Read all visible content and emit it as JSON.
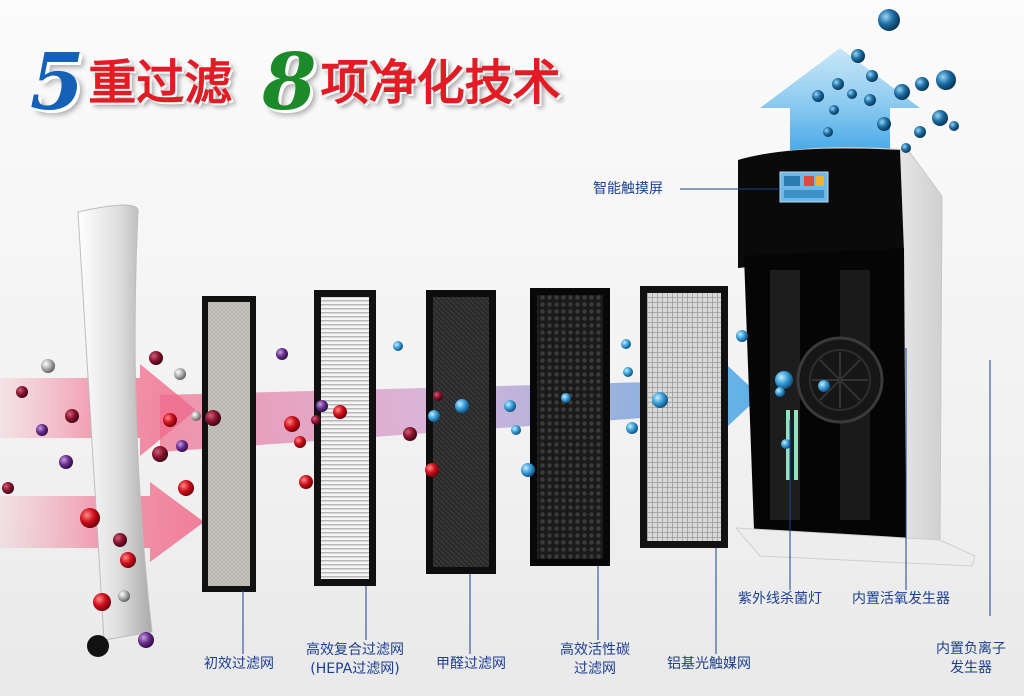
{
  "headline": {
    "digit1": "5",
    "text1": "重过滤",
    "digit2": "8",
    "text2": "项净化技术"
  },
  "labels": {
    "touchscreen": "智能触摸屏",
    "primary_filter": "初效过滤网",
    "hepa_line1": "高效复合过滤网",
    "hepa_line2": "(HEPA过滤网)",
    "formaldehyde": "甲醛过滤网",
    "carbon_line1": "高效活性碳",
    "carbon_line2": "过滤网",
    "aluminum": "铝基光触媒网",
    "uv_lamp": "紫外线杀菌灯",
    "oxygen": "内置活氧发生器",
    "ion_line1": "内置负离子",
    "ion_line2": "发生器"
  },
  "colors": {
    "headline_red": "#e21b24",
    "digit_blue": "#1561b8",
    "digit_green": "#1c8a2a",
    "label_blue": "#1d3f8f",
    "airflow_pink": "#f06a8a",
    "airflow_blue": "#3fa6e6"
  }
}
